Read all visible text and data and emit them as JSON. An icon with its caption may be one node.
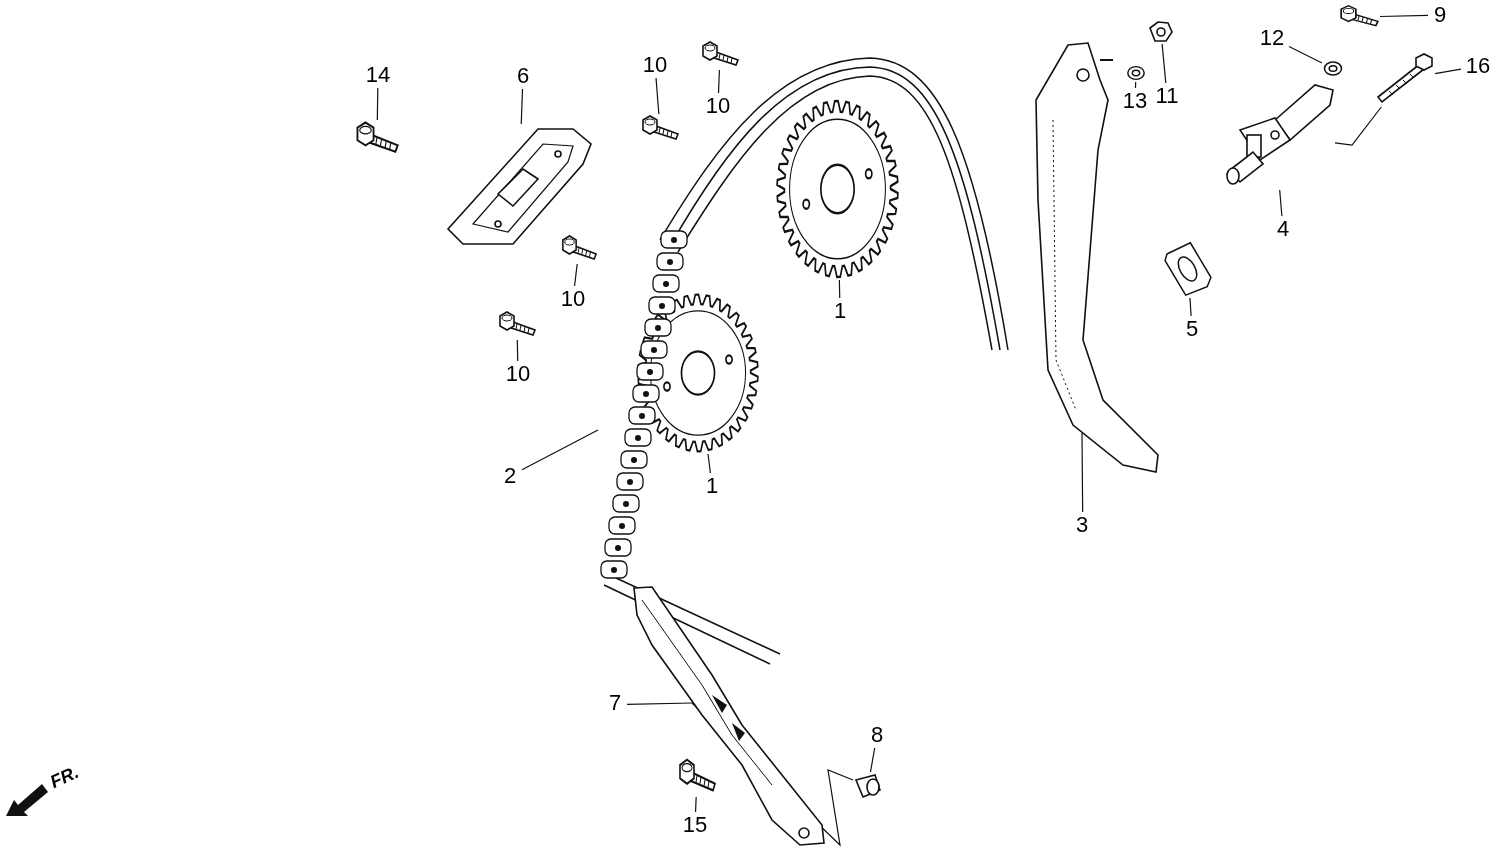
{
  "diagram": {
    "nodes": [
      {
        "text": [
          "1"
        ]
      },
      {
        "text": [],
        "shape": "picture"
      },
      {
        "text": [
          "1"
        ]
      },
      {
        "text": [],
        "shape": "picture"
      },
      {
        "text": [
          "2"
        ]
      },
      {
        "text": [],
        "shape": "picture"
      },
      {
        "text": [
          "3"
        ]
      },
      {
        "text": [],
        "shape": "picture"
      },
      {
        "text": [
          "4"
        ]
      },
      {
        "text": [],
        "shape": "picture"
      },
      {
        "text": [
          "5"
        ]
      },
      {
        "text": [],
        "shape": "picture"
      },
      {
        "text": [
          "6"
        ]
      },
      {
        "text": [],
        "shape": "picture"
      },
      {
        "text": [
          "7"
        ]
      },
      {
        "text": [],
        "shape": "picture"
      },
      {
        "text": [
          "8"
        ]
      },
      {
        "text": [],
        "shape": "picture"
      },
      {
        "text": [
          "9"
        ]
      },
      {
        "text": [],
        "shape": "picture"
      },
      {
        "text": [
          "10"
        ]
      },
      {
        "text": [],
        "shape": "picture"
      },
      {
        "text": [
          "10"
        ]
      },
      {
        "text": [],
        "shape": "picture"
      },
      {
        "text": [
          "10"
        ]
      },
      {
        "text": [],
        "shape": "picture"
      },
      {
        "text": [
          "10"
        ]
      },
      {
        "text": [],
        "shape": "picture"
      },
      {
        "text": [
          "11"
        ]
      },
      {
        "text": [],
        "shape": "picture"
      },
      {
        "text": [
          "12"
        ]
      },
      {
        "text": [],
        "shape": "picture"
      },
      {
        "text": [
          "13"
        ]
      },
      {
        "text": [],
        "shape": "picture"
      },
      {
        "text": [
          "14"
        ]
      },
      {
        "text": [],
        "shape": "picture"
      },
      {
        "text": [
          "15"
        ]
      },
      {
        "text": [],
        "shape": "picture"
      },
      {
        "text": [
          "16"
        ]
      },
      {
        "text": [],
        "shape": "picture"
      }
    ],
    "edges": [
      {
        "from": 0,
        "to": 1,
        "arrow": "none"
      },
      {
        "from": 2,
        "to": 3,
        "arrow": "none"
      },
      {
        "from": 4,
        "to": 5,
        "arrow": "none"
      },
      {
        "from": 6,
        "to": 7,
        "arrow": "none"
      },
      {
        "from": 8,
        "to": 9,
        "arrow": "none"
      },
      {
        "from": 10,
        "to": 11,
        "arrow": "none"
      },
      {
        "from": 12,
        "to": 13,
        "arrow": "none"
      },
      {
        "from": 14,
        "to": 15,
        "arrow": "none"
      },
      {
        "from": 16,
        "to": 17,
        "arrow": "none"
      },
      {
        "from": 18,
        "to": 19,
        "arrow": "none"
      },
      {
        "from": 20,
        "to": 21,
        "arrow": "none"
      },
      {
        "from": 22,
        "to": 23,
        "arrow": "none"
      },
      {
        "from": 24,
        "to": 25,
        "arrow": "none"
      },
      {
        "from": 26,
        "to": 27,
        "arrow": "none"
      },
      {
        "from": 28,
        "to": 29,
        "arrow": "none"
      },
      {
        "from": 30,
        "to": 31,
        "arrow": "none"
      },
      {
        "from": 32,
        "to": 33,
        "arrow": "none"
      },
      {
        "from": 34,
        "to": 35,
        "arrow": "none"
      },
      {
        "from": 36,
        "to": 37,
        "arrow": "none"
      },
      {
        "from": 38,
        "to": 39,
        "arrow": "none"
      },
      {
        "from": 39,
        "to": 9,
        "arrow": "none"
      },
      {
        "from": 17,
        "to": 15,
        "arrow": "none"
      }
    ],
    "labels": [
      "FR."
    ]
  }
}
